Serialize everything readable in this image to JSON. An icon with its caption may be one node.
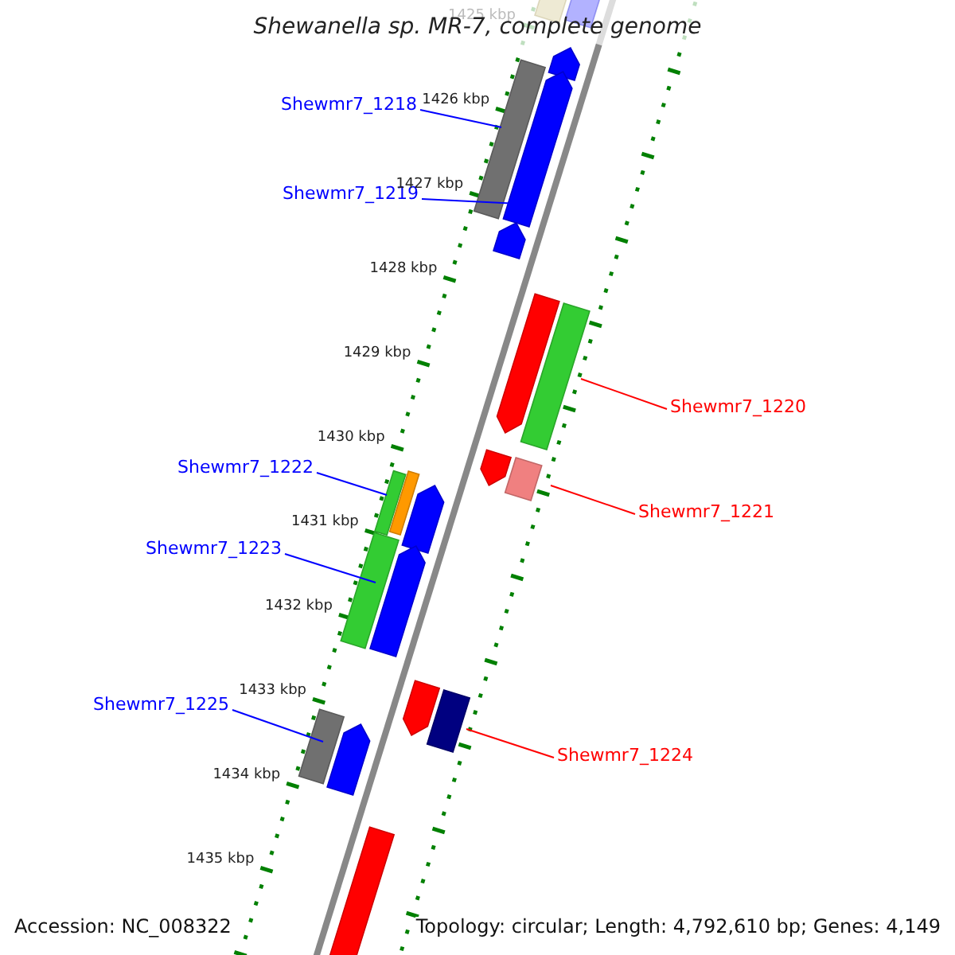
{
  "diagram": {
    "title": "Shewanella sp. MR-7, complete genome",
    "nodes": [
      {
        "text": [
          "Shewmr7_1218"
        ]
      },
      {
        "text": [
          "Shewmr7_1219"
        ]
      },
      {
        "text": [
          "Shewmr7_1220"
        ]
      },
      {
        "text": [
          "Shewmr7_1221"
        ]
      },
      {
        "text": [
          "Shewmr7_1222"
        ]
      },
      {
        "text": [
          "Shewmr7_1223"
        ]
      },
      {
        "text": [
          "Shewmr7_1225"
        ]
      },
      {
        "text": [
          "Shewmr7_1224"
        ]
      },
      {
        "text": [],
        "shape": "bar"
      },
      {
        "text": [],
        "shape": "arrow"
      },
      {
        "text": [],
        "shape": "arrow"
      },
      {
        "text": [],
        "shape": "bar"
      },
      {
        "text": [],
        "shape": "arrow"
      },
      {
        "text": [],
        "shape": "arrow"
      },
      {
        "text": [],
        "shape": "arrow"
      },
      {
        "text": [],
        "shape": "bar"
      },
      {
        "text": [],
        "shape": "arrow"
      },
      {
        "text": [],
        "shape": "bar"
      },
      {
        "text": [],
        "shape": "bar"
      },
      {
        "text": [],
        "shape": "bar"
      },
      {
        "text": [],
        "shape": "arrow"
      },
      {
        "text": [],
        "shape": "bar"
      },
      {
        "text": [],
        "shape": "arrow"
      },
      {
        "text": [],
        "shape": "arrow"
      },
      {
        "text": [],
        "shape": "bar"
      },
      {
        "text": [],
        "shape": "bar"
      },
      {
        "text": [],
        "shape": "arrow"
      },
      {
        "text": [],
        "shape": "bar"
      }
    ],
    "edges": [
      {
        "from": 0,
        "to": 11,
        "arrow": "none"
      },
      {
        "from": 1,
        "to": 12,
        "arrow": "none"
      },
      {
        "from": 2,
        "to": 15,
        "arrow": "none",
        "color": "#ff0000"
      },
      {
        "from": 3,
        "to": 17,
        "arrow": "none",
        "color": "#ff0000"
      },
      {
        "from": 4,
        "to": 18,
        "arrow": "none"
      },
      {
        "from": 5,
        "to": 21,
        "arrow": "none"
      },
      {
        "from": 6,
        "to": 25,
        "arrow": "none"
      },
      {
        "from": 7,
        "to": 24,
        "arrow": "none",
        "color": "#ff0000"
      }
    ],
    "labels": [
      "1425 kbp",
      "1426 kbp",
      "1427 kbp",
      "1428 kbp",
      "1429 kbp",
      "1430 kbp",
      "1431 kbp",
      "1432 kbp",
      "1433 kbp",
      "1434 kbp",
      "1435 kbp",
      "Accession: NC_008322",
      "Topology: circular; Length: 4,792,610 bp; Genes: 4,149"
    ]
  }
}
